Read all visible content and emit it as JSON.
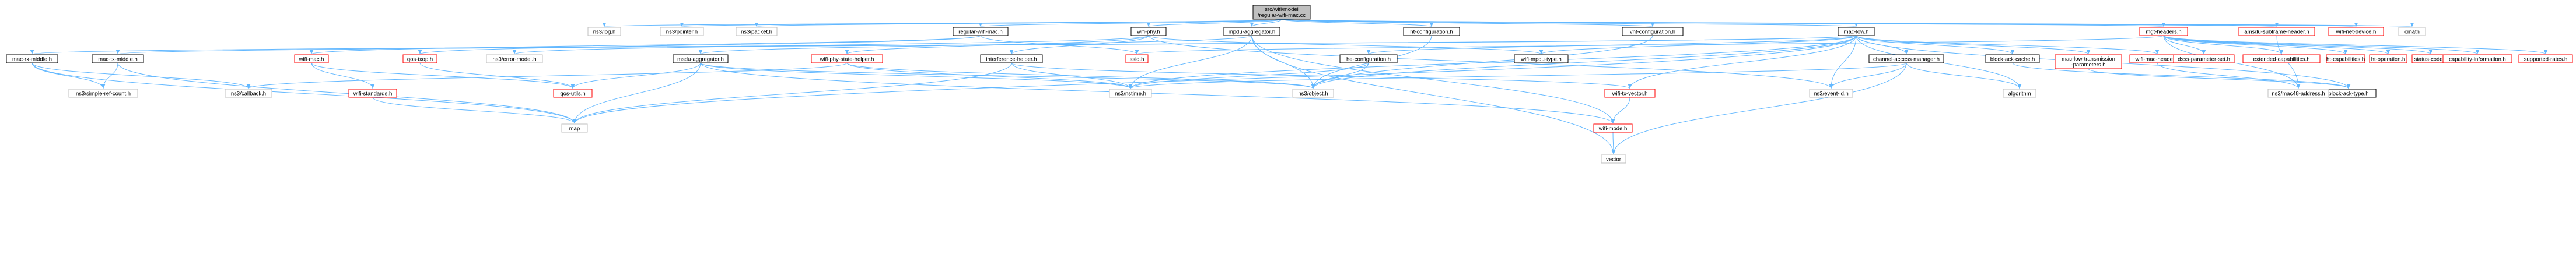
{
  "diagram": {
    "type": "include-dependency-graph",
    "colors": {
      "edge": "#63b8ff",
      "root_fill": "#bfbfbf",
      "root_border": "#000000",
      "documented_fill": "#ffffff",
      "documented_border": "#000000",
      "undocumented_border": "#ff0000",
      "external_fill": "#ffffff",
      "external_border": "#bfbfbf",
      "text": "#000000"
    },
    "nodes": [
      {
        "id": "root",
        "label": "src/wifi/model/regular-wifi-mac.cc",
        "kind": "root"
      },
      {
        "id": "log",
        "label": "ns3/log.h",
        "kind": "external"
      },
      {
        "id": "pointer",
        "label": "ns3/pointer.h",
        "kind": "external"
      },
      {
        "id": "packet",
        "label": "ns3/packet.h",
        "kind": "external"
      },
      {
        "id": "regular",
        "label": "regular-wifi-mac.h",
        "kind": "documented"
      },
      {
        "id": "wifiphy",
        "label": "wifi-phy.h",
        "kind": "documented"
      },
      {
        "id": "mpduagg",
        "label": "mpdu-aggregator.h",
        "kind": "documented"
      },
      {
        "id": "htconf",
        "label": "ht-configuration.h",
        "kind": "documented"
      },
      {
        "id": "vhtconf",
        "label": "vht-configuration.h",
        "kind": "documented"
      },
      {
        "id": "maclow",
        "label": "mac-low.h",
        "kind": "documented"
      },
      {
        "id": "amsdu",
        "label": "amsdu-subframe-header.h",
        "kind": "undocumented"
      },
      {
        "id": "mgt",
        "label": "mgt-headers.h",
        "kind": "undocumented"
      },
      {
        "id": "netdev",
        "label": "wifi-net-device.h",
        "kind": "undocumented"
      },
      {
        "id": "cmath",
        "label": "cmath",
        "kind": "external"
      },
      {
        "id": "macrx",
        "label": "mac-rx-middle.h",
        "kind": "documented"
      },
      {
        "id": "mactx",
        "label": "mac-tx-middle.h",
        "kind": "documented"
      },
      {
        "id": "wifimac",
        "label": "wifi-mac.h",
        "kind": "undocumented"
      },
      {
        "id": "qostxop",
        "label": "qos-txop.h",
        "kind": "undocumented"
      },
      {
        "id": "errmodel",
        "label": "ns3/error-model.h",
        "kind": "external"
      },
      {
        "id": "msduagg",
        "label": "msdu-aggregator.h",
        "kind": "documented"
      },
      {
        "id": "phystate",
        "label": "wifi-phy-state-helper.h",
        "kind": "undocumented"
      },
      {
        "id": "interf",
        "label": "interference-helper.h",
        "kind": "documented"
      },
      {
        "id": "heconf",
        "label": "he-configuration.h",
        "kind": "documented"
      },
      {
        "id": "mpdutype",
        "label": "wifi-mpdu-type.h",
        "kind": "documented"
      },
      {
        "id": "cam",
        "label": "channel-access-manager.h",
        "kind": "documented"
      },
      {
        "id": "backcache",
        "label": "block-ack-cache.h",
        "kind": "documented"
      },
      {
        "id": "mltp",
        "label": "mac-low-transmission-parameters.h",
        "kind": "undocumented"
      },
      {
        "id": "wmacheader",
        "label": "wifi-mac-header.h",
        "kind": "undocumented"
      },
      {
        "id": "ssid",
        "label": "ssid.h",
        "kind": "undocumented"
      },
      {
        "id": "dsss",
        "label": "dsss-parameter-set.h",
        "kind": "undocumented"
      },
      {
        "id": "extcap",
        "label": "extended-capabilities.h",
        "kind": "undocumented"
      },
      {
        "id": "htcap",
        "label": "ht-capabilities.h",
        "kind": "undocumented"
      },
      {
        "id": "htop",
        "label": "ht-operation.h",
        "kind": "undocumented"
      },
      {
        "id": "status",
        "label": "status-code.h",
        "kind": "undocumented"
      },
      {
        "id": "capinfo",
        "label": "capability-information.h",
        "kind": "undocumented"
      },
      {
        "id": "suprates",
        "label": "supported-rates.h",
        "kind": "undocumented"
      },
      {
        "id": "simpleref",
        "label": "ns3/simple-ref-count.h",
        "kind": "external"
      },
      {
        "id": "callback",
        "label": "ns3/callback.h",
        "kind": "external"
      },
      {
        "id": "wifistd",
        "label": "wifi-standards.h",
        "kind": "undocumented"
      },
      {
        "id": "qosutils",
        "label": "qos-utils.h",
        "kind": "undocumented"
      },
      {
        "id": "nstime",
        "label": "ns3/nstime.h",
        "kind": "external"
      },
      {
        "id": "object",
        "label": "ns3/object.h",
        "kind": "external"
      },
      {
        "id": "txvector",
        "label": "wifi-tx-vector.h",
        "kind": "undocumented"
      },
      {
        "id": "eventid",
        "label": "ns3/event-id.h",
        "kind": "external"
      },
      {
        "id": "algorithm",
        "label": "algorithm",
        "kind": "external"
      },
      {
        "id": "backtype",
        "label": "block-ack-type.h",
        "kind": "documented"
      },
      {
        "id": "mac48",
        "label": "ns3/mac48-address.h",
        "kind": "external"
      },
      {
        "id": "map",
        "label": "map",
        "kind": "external"
      },
      {
        "id": "wifimode",
        "label": "wifi-mode.h",
        "kind": "undocumented"
      },
      {
        "id": "vector",
        "label": "vector",
        "kind": "external"
      }
    ],
    "edges": [
      [
        "root",
        "log"
      ],
      [
        "root",
        "pointer"
      ],
      [
        "root",
        "packet"
      ],
      [
        "root",
        "regular"
      ],
      [
        "root",
        "wifiphy"
      ],
      [
        "root",
        "mpduagg"
      ],
      [
        "root",
        "htconf"
      ],
      [
        "root",
        "vhtconf"
      ],
      [
        "root",
        "maclow"
      ],
      [
        "root",
        "amsdu"
      ],
      [
        "root",
        "mgt"
      ],
      [
        "root",
        "netdev"
      ],
      [
        "root",
        "cmath"
      ],
      [
        "regular",
        "wifimac"
      ],
      [
        "regular",
        "qostxop"
      ],
      [
        "regular",
        "ssid"
      ],
      [
        "wifiphy",
        "errmodel"
      ],
      [
        "wifiphy",
        "phystate"
      ],
      [
        "wifiphy",
        "interf"
      ],
      [
        "wifiphy",
        "mpdutype"
      ],
      [
        "wifiphy",
        "eventid"
      ],
      [
        "mpduagg",
        "msduagg"
      ],
      [
        "mpduagg",
        "nstime"
      ],
      [
        "mpduagg",
        "object"
      ],
      [
        "mpduagg",
        "wifimode"
      ],
      [
        "mpduagg",
        "vector"
      ],
      [
        "htconf",
        "object"
      ],
      [
        "vhtconf",
        "object"
      ],
      [
        "maclow",
        "macrx"
      ],
      [
        "maclow",
        "mactx"
      ],
      [
        "maclow",
        "heconf"
      ],
      [
        "maclow",
        "mpdutype"
      ],
      [
        "maclow",
        "cam"
      ],
      [
        "maclow",
        "backcache"
      ],
      [
        "maclow",
        "mltp"
      ],
      [
        "maclow",
        "wmacheader"
      ],
      [
        "maclow",
        "txvector"
      ],
      [
        "maclow",
        "nstime"
      ],
      [
        "maclow",
        "object"
      ],
      [
        "maclow",
        "eventid"
      ],
      [
        "maclow",
        "algorithm"
      ],
      [
        "maclow",
        "backtype"
      ],
      [
        "maclow",
        "map"
      ],
      [
        "amsdu",
        "mac48"
      ],
      [
        "mgt",
        "ssid"
      ],
      [
        "mgt",
        "dsss"
      ],
      [
        "mgt",
        "extcap"
      ],
      [
        "mgt",
        "htcap"
      ],
      [
        "mgt",
        "htop"
      ],
      [
        "mgt",
        "status"
      ],
      [
        "mgt",
        "capinfo"
      ],
      [
        "mgt",
        "suprates"
      ],
      [
        "mgt",
        "mac48"
      ],
      [
        "macrx",
        "simpleref"
      ],
      [
        "macrx",
        "callback"
      ],
      [
        "macrx",
        "map"
      ],
      [
        "mactx",
        "simpleref"
      ],
      [
        "mactx",
        "map"
      ],
      [
        "wifimac",
        "wifistd"
      ],
      [
        "wifimac",
        "qosutils"
      ],
      [
        "qostxop",
        "qosutils"
      ],
      [
        "msduagg",
        "qosutils"
      ],
      [
        "msduagg",
        "nstime"
      ],
      [
        "msduagg",
        "object"
      ],
      [
        "msduagg",
        "wifimode"
      ],
      [
        "msduagg",
        "map"
      ],
      [
        "phystate",
        "nstime"
      ],
      [
        "phystate",
        "object"
      ],
      [
        "phystate",
        "callback"
      ],
      [
        "interf",
        "nstime"
      ],
      [
        "interf",
        "txvector"
      ],
      [
        "interf",
        "map"
      ],
      [
        "heconf",
        "object"
      ],
      [
        "heconf",
        "nstime"
      ],
      [
        "cam",
        "nstime"
      ],
      [
        "cam",
        "eventid"
      ],
      [
        "cam",
        "algorithm"
      ],
      [
        "cam",
        "vector"
      ],
      [
        "backcache",
        "backtype"
      ],
      [
        "mltp",
        "backtype"
      ],
      [
        "wmacheader",
        "mac48"
      ],
      [
        "wifistd",
        "map"
      ],
      [
        "txvector",
        "wifimode"
      ],
      [
        "wifimode",
        "vector"
      ]
    ]
  }
}
